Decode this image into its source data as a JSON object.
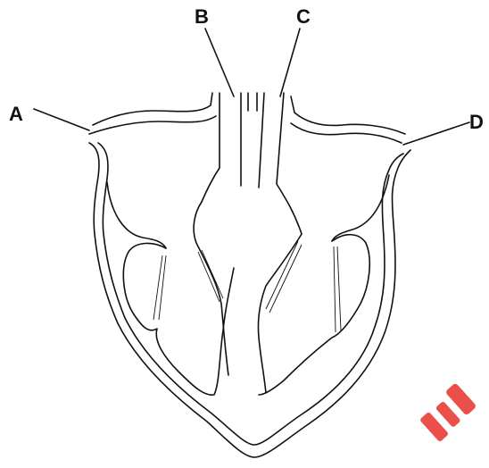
{
  "diagram": {
    "labels": {
      "a": "A",
      "b": "B",
      "c": "C",
      "d": "D"
    }
  },
  "colors": {
    "line": "#111111",
    "background": "#ffffff",
    "watermark": "#e8302a"
  }
}
